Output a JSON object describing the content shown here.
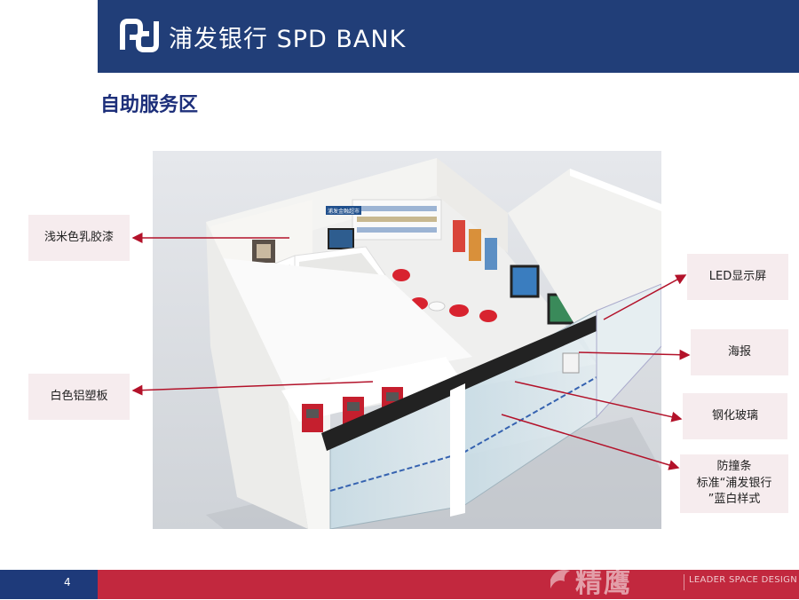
{
  "header": {
    "bank_name": "浦发银行 SPD BANK",
    "brand_color": "#213e78"
  },
  "section_title": "自助服务区",
  "callouts": {
    "paint": "浅米色乳胶漆",
    "led": "LED显示屏",
    "aluminum": "白色铝塑板",
    "poster": "海报",
    "glass": "钢化玻璃",
    "bumper_line1": "防撞条",
    "bumper_line2": "标准“浦发银行",
    "bumper_line3": "”蓝白样式"
  },
  "footer": {
    "page_number": "4",
    "watermark_text": "精鹰",
    "watermark_design": "LEADER SPACE DESIGN",
    "accent_color": "#c2283e"
  },
  "render": {
    "sign_text": "浦发金融超市"
  }
}
